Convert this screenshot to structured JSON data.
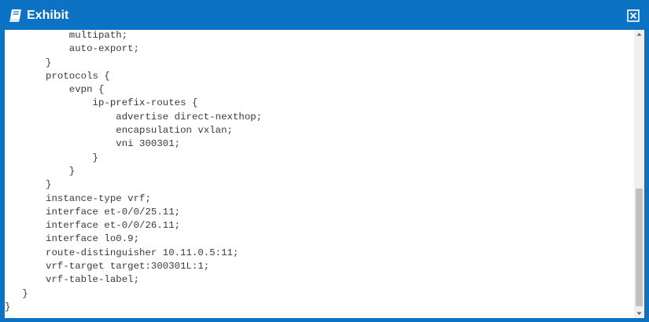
{
  "window": {
    "title": "Exhibit",
    "title_icon": "exhibit-book-icon",
    "close_icon": "close-box-icon",
    "accent_color": "#0b72c4"
  },
  "code": {
    "lines": [
      "           multipath;",
      "           auto-export;",
      "       }",
      "       protocols {",
      "           evpn {",
      "               ip-prefix-routes {",
      "                   advertise direct-nexthop;",
      "                   encapsulation vxlan;",
      "                   vni 300301;",
      "               }",
      "           }",
      "       }",
      "       instance-type vrf;",
      "       interface et-0/0/25.11;",
      "       interface et-0/0/26.11;",
      "       interface lo0.9;",
      "       route-distinguisher 10.11.0.5:11;",
      "       vrf-target target:300301L:1;",
      "       vrf-table-label;",
      "   }",
      "}"
    ]
  },
  "scrollbar": {
    "up_icon": "scroll-up-arrow-icon",
    "down_icon": "scroll-down-arrow-icon"
  }
}
